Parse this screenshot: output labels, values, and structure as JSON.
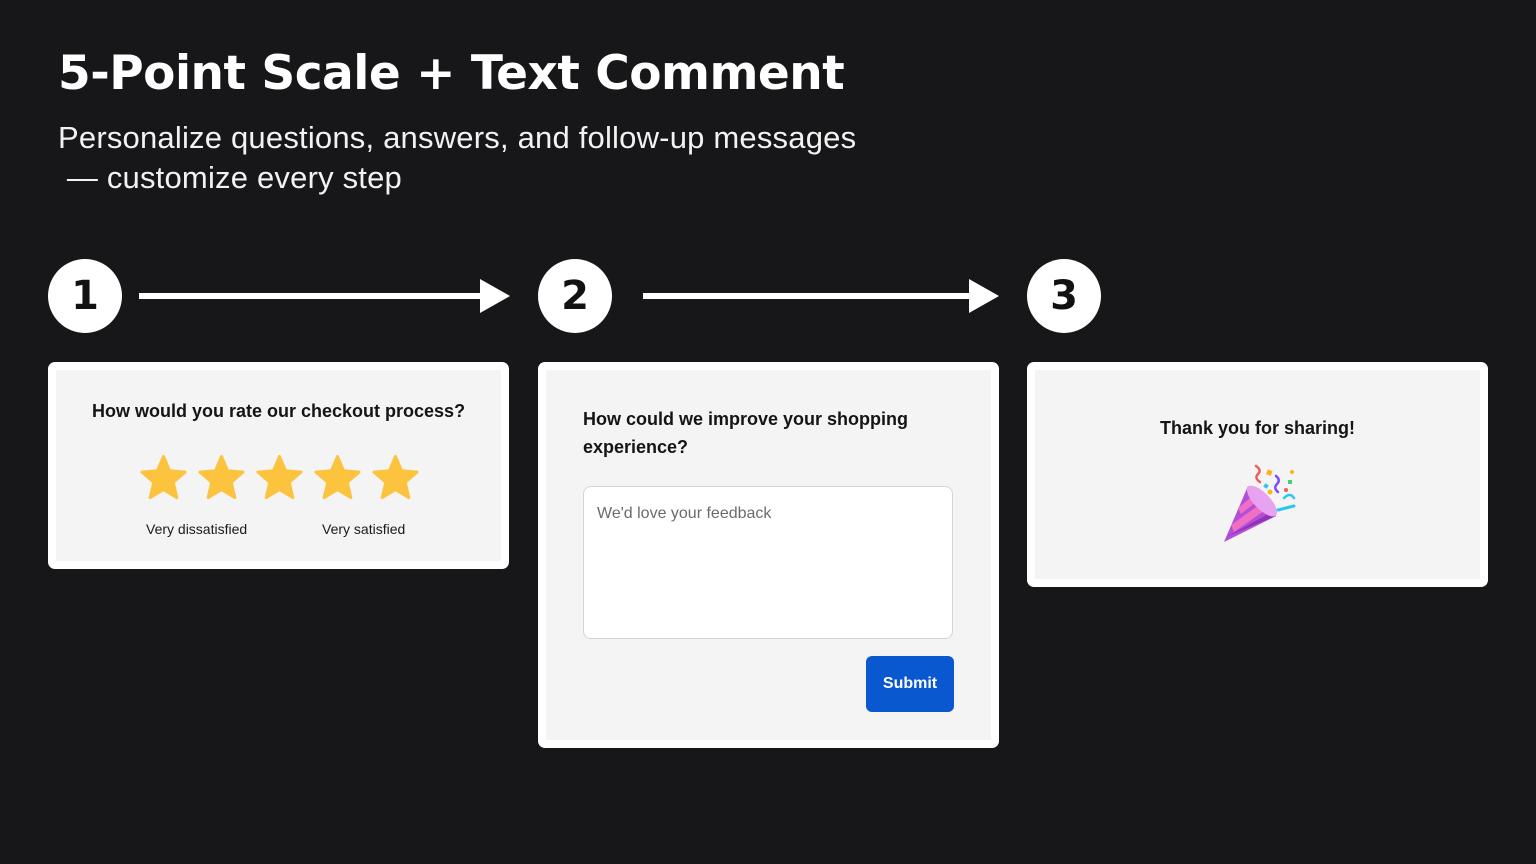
{
  "header": {
    "title": "5-Point Scale + Text Comment",
    "subtitle_line1": "Personalize questions, answers, and follow-up messages",
    "subtitle_line2": " — customize every step"
  },
  "steps": [
    {
      "number": "1",
      "question": "How would you rate our checkout process?",
      "rating": {
        "max": 5,
        "icon": "star-icon",
        "color": "#fcc43e"
      },
      "scale_low_label": "Very dissatisfied",
      "scale_high_label": "Very satisfied"
    },
    {
      "number": "2",
      "question": "How could we improve your shopping experience?",
      "feedback_placeholder": "We'd love your feedback",
      "submit_label": "Submit",
      "submit_color": "#0a58d0"
    },
    {
      "number": "3",
      "message": "Thank you for sharing!",
      "icon": "party-popper-icon"
    }
  ],
  "colors": {
    "background": "#171719",
    "card": "#ffffff",
    "card_inner": "#f4f4f4"
  }
}
